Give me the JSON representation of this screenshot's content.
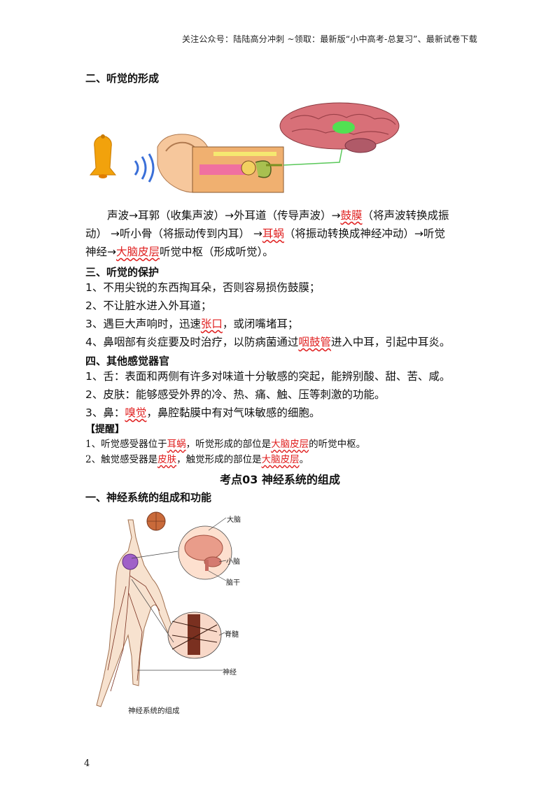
{
  "header": "关注公众号：陆陆高分冲刺  ~领取：最新版“小中高考-总复习”、最新试卷下载",
  "sections": {
    "hearing_formation_title": "二、听觉的形成",
    "hearing_protection_title": "三、听觉的保护",
    "other_senses_title": "四、其他感觉器官"
  },
  "formation": {
    "line1_a": "声波→耳郭（收集声波）→外耳道（传导声波）→",
    "line1_red": "鼓膜",
    "line1_b": "（将声波转换成振",
    "line2_a": "动） →听小骨（将振动传到内耳） →",
    "line2_red": "耳蜗",
    "line2_b": "（将振动转换成神经冲动）→听觉",
    "line3_a": "神经→",
    "line3_red": "大脑皮层",
    "line3_b": "听觉中枢（形成听觉）。"
  },
  "protection": {
    "item1": "1、不用尖锐的东西掏耳朵，否则容易损伤鼓膜；",
    "item2": "2、不让脏水进入外耳道；",
    "item3_a": "3、遇巨大声响时，迅速",
    "item3_red": "张口",
    "item3_b": "，或闭嘴堵耳；",
    "item4_a": "4、鼻咽部有炎症要及时治疗，以防病菌通过",
    "item4_red": "咽鼓管",
    "item4_b": "进入中耳，引起中耳炎。"
  },
  "others": {
    "item1": "1、舌：表面和两侧有许多对味道十分敏感的突起，能辨别酸、甜、苦、咸。",
    "item2": "2、皮肤：能够感受外界的冷、热、痛、触、压等刺激的功能。",
    "item3_a": "3、鼻：",
    "item3_red": "嗅觉",
    "item3_b": "，鼻腔黏膜中有对气味敏感的细胞。"
  },
  "tip": {
    "label": "【提醒】",
    "line1_a": "1、听觉感受器位于",
    "line1_red": "耳蜗",
    "line1_b": "，听觉形成的部位是",
    "line1_red2": "大脑皮层",
    "line1_c": "的听觉中枢。",
    "line2_a": "2、触觉感受器是",
    "line2_red": "皮肤",
    "line2_b": "，触觉形成的部位是",
    "line2_red2": "大脑皮层",
    "line2_c": "。"
  },
  "exam_point_title": "考点03  神经系统的组成",
  "nervous_system": {
    "section_title": "一、神经系统的组成和功能",
    "labels": {
      "cerebrum": "大脑",
      "cerebellum": "小脑",
      "brainstem": "脑干",
      "spinal_cord": "脊髓",
      "nerve": "神经"
    },
    "caption": "神经系统的组成"
  },
  "page_number": "4"
}
